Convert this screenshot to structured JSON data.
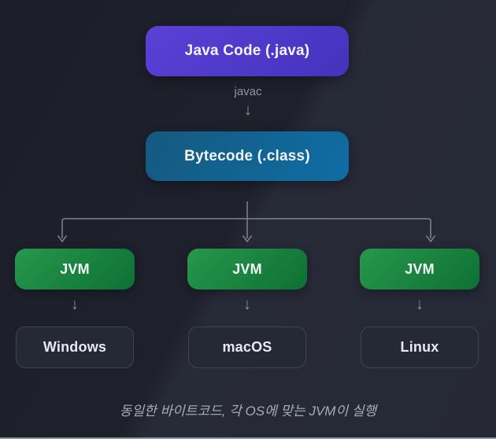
{
  "diagram": {
    "source_box": {
      "label": "Java Code (.java)"
    },
    "compiler_label": "javac",
    "bytecode_box": {
      "label": "Bytecode (.class)"
    },
    "platforms": [
      {
        "jvm_label": "JVM",
        "os_label": "Windows"
      },
      {
        "jvm_label": "JVM",
        "os_label": "macOS"
      },
      {
        "jvm_label": "JVM",
        "os_label": "Linux"
      }
    ],
    "caption": "동일한 바이트코드, 각 OS에 맞는 JVM이 실행"
  },
  "glyphs": {
    "down_arrow": "↓"
  },
  "colors": {
    "background_dark": "#1c1e29",
    "background_light": "#272a37",
    "java_box_gradient_start": "#5b40d6",
    "java_box_gradient_end": "#4433bd",
    "bytecode_box_gradient_start": "#15597f",
    "bytecode_box_gradient_end": "#0f6da5",
    "jvm_box_gradient_start": "#26984c",
    "jvm_box_gradient_end": "#0e7034",
    "os_box_background": "#252936",
    "os_box_border": "#3e4452",
    "connector_line": "#7e838e",
    "box_text": "#f2f4f8",
    "muted_text": "#8f95a1",
    "caption_text": "#a6acb8"
  }
}
